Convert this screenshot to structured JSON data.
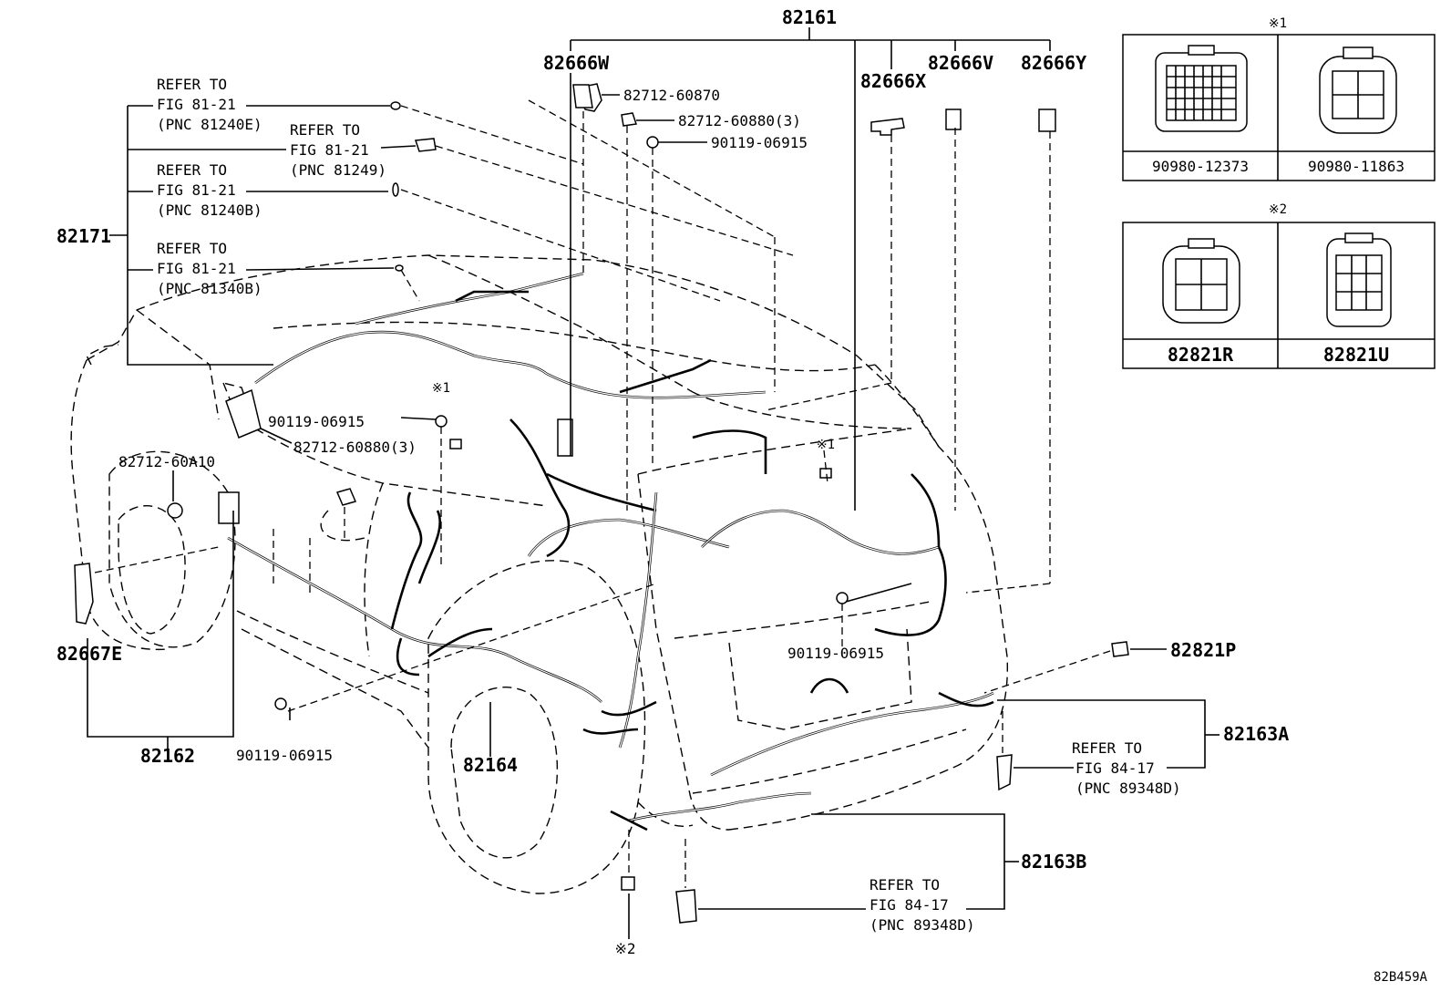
{
  "callouts": {
    "main_harness": "82161",
    "w": "82666W",
    "x": "82666X",
    "v": "82666V",
    "y": "82666Y",
    "roof": "82171",
    "clip_870": "82712-60870",
    "clip_880_top": "82712-60880(3)",
    "bolt_top": "90119-06915",
    "bolt_left": "90119-06915",
    "clip_880_left": "82712-60880(3)",
    "clip_a10": "82712-60A10",
    "e": "82667E",
    "floor": "82162",
    "bolt_bottom": "90119-06915",
    "rear": "82164",
    "bolt_mid": "90119-06915",
    "p": "82821P",
    "a": "82163A",
    "b": "82163B",
    "mark1a": "※1",
    "mark1b": "※1",
    "mark2": "※2",
    "fig_code": "82B459A"
  },
  "refers": [
    {
      "l1": "REFER TO",
      "l2": "FIG 81-21",
      "l3": "(PNC 81240E)"
    },
    {
      "l1": "REFER TO",
      "l2": "FIG 81-21",
      "l3": "(PNC 81249)"
    },
    {
      "l1": "REFER TO",
      "l2": "FIG 81-21",
      "l3": "(PNC 81240B)"
    },
    {
      "l1": "REFER TO",
      "l2": "FIG 81-21",
      "l3": "(PNC 81340B)"
    },
    {
      "l1": "REFER TO",
      "l2": "FIG 84-17",
      "l3": "(PNC 89348D)"
    },
    {
      "l1": "REFER TO",
      "l2": "FIG 84-17",
      "l3": "(PNC 89348D)"
    }
  ],
  "legend1": {
    "mark": "※1",
    "left": "90980-12373",
    "right": "90980-11863"
  },
  "legend2": {
    "mark": "※2",
    "left": "82821R",
    "right": "82821U"
  }
}
